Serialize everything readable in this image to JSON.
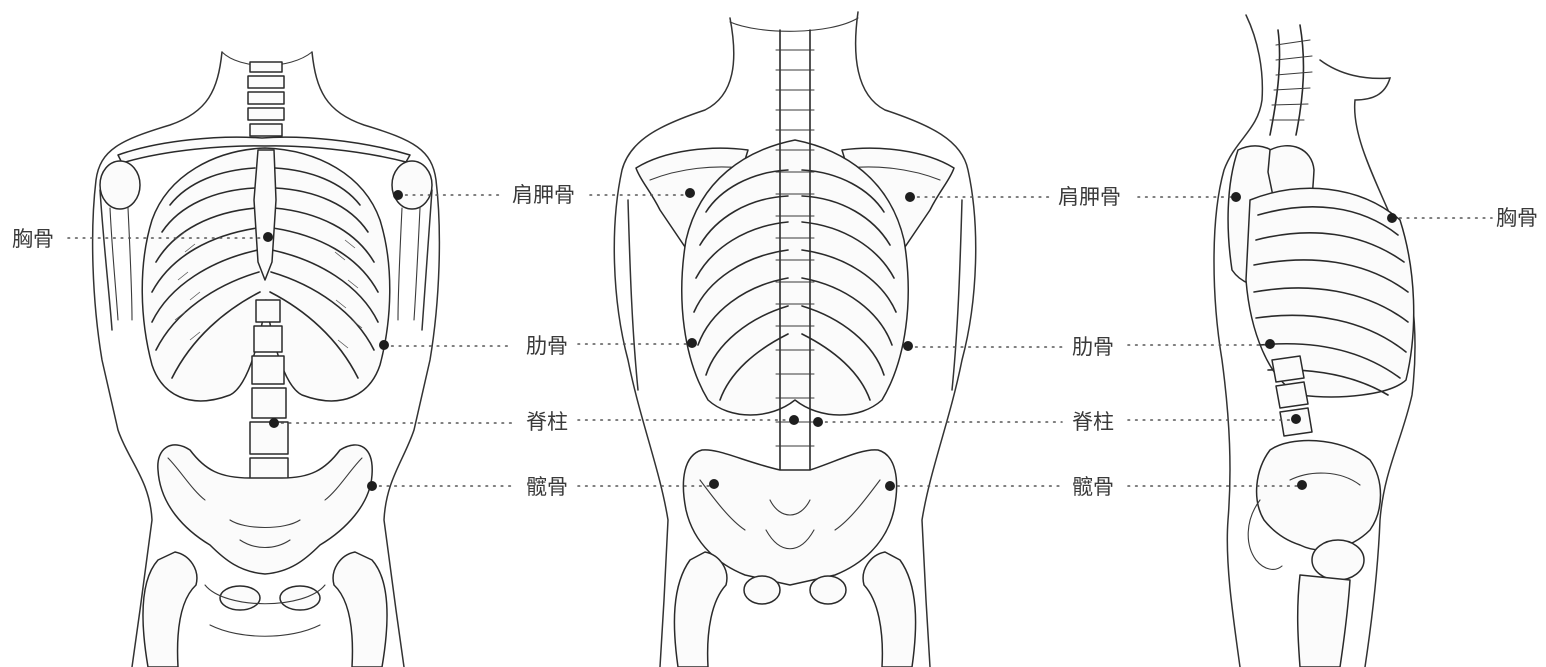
{
  "labels": {
    "scapula": "肩胛骨",
    "sternum": "胸骨",
    "rib": "肋骨",
    "spine": "脊柱",
    "hip": "髋骨"
  }
}
